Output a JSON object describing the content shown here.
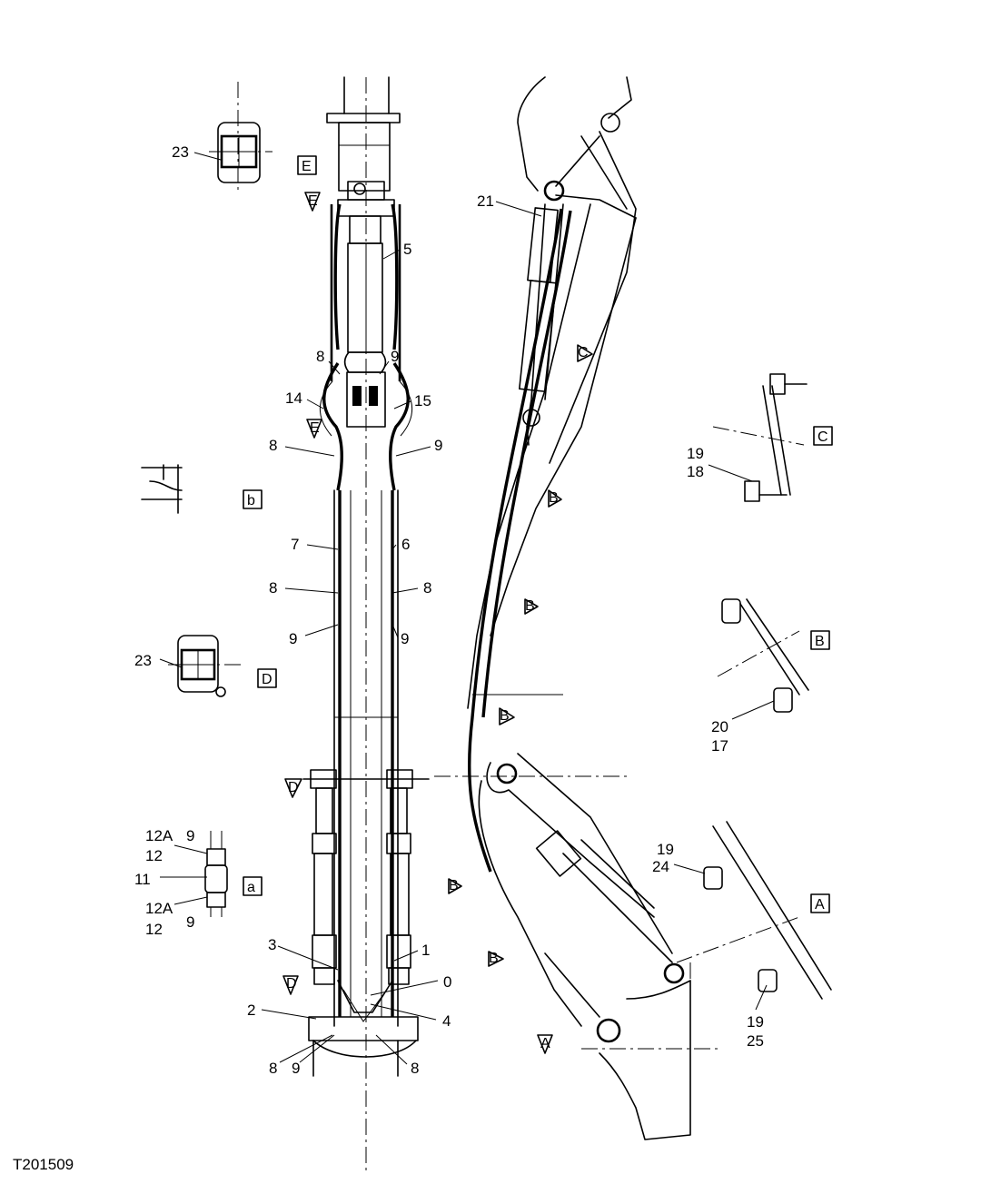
{
  "figure_code": "T201509",
  "callouts": {
    "c23a": "23",
    "c23b": "23",
    "c5": "5",
    "c8a": "8",
    "c9a": "9",
    "c14": "14",
    "c15": "15",
    "c8b": "8",
    "c9b": "9",
    "c7": "7",
    "c6": "6",
    "c8c": "8",
    "c8d": "8",
    "c9c": "9",
    "c9d": "9",
    "c12Aa": "12A",
    "c9e": "9",
    "c12a": "12",
    "c11": "11",
    "c12Ab": "12A",
    "c12b": "12",
    "c9f": "9",
    "c3": "3",
    "c1": "1",
    "c0": "0",
    "c2": "2",
    "c4": "4",
    "c8e": "8",
    "c9g": "9",
    "c8f": "8",
    "c21": "21",
    "c19a": "19",
    "c18": "18",
    "c20": "20",
    "c17": "17",
    "c19b": "19",
    "c24": "24",
    "c19c": "19",
    "c25": "25"
  },
  "view_boxes": {
    "E": "E",
    "D": "D",
    "C": "C",
    "B": "B",
    "A": "A",
    "b": "b",
    "a": "a"
  },
  "view_arrows": {
    "E1": "E",
    "E2": "E",
    "D1": "D",
    "D2": "D",
    "C1": "C",
    "B1": "B",
    "B2": "B",
    "B3": "B",
    "B4": "B",
    "B5": "B",
    "A1": "A"
  }
}
